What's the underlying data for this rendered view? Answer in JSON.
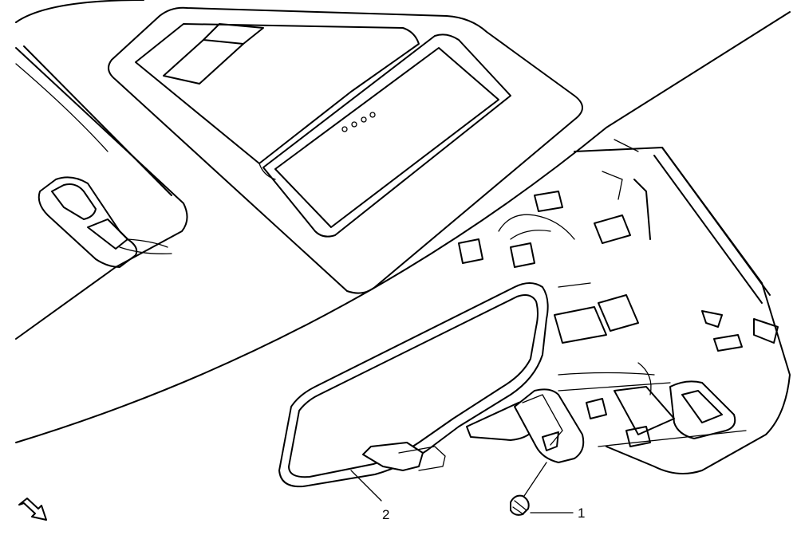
{
  "callouts": [
    {
      "id": "1",
      "label": "1"
    },
    {
      "id": "2",
      "label": "2"
    }
  ],
  "icons": {
    "orientation": "front-arrow-icon"
  }
}
